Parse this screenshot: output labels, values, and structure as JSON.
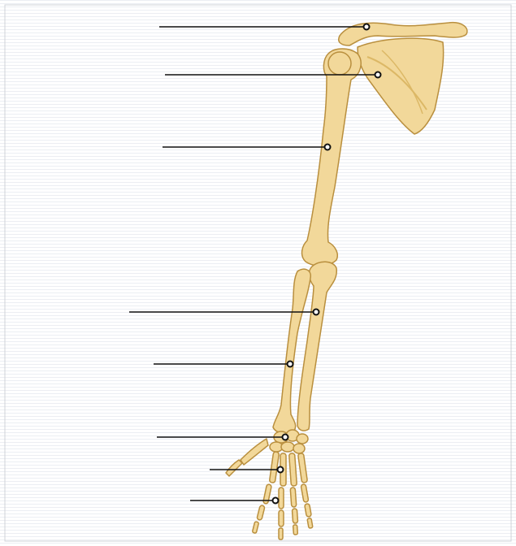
{
  "colors": {
    "background": "#ffffff",
    "stripe": "#eceef3",
    "frame": "#cfd3da",
    "bone_fill": "#f2d89a",
    "bone_stroke": "#b98f3e",
    "bone_shade": "#dcb866",
    "leader_line": "#111111",
    "marker_fill": "#ffffff",
    "marker_stroke": "#111111"
  },
  "labels": [
    {
      "target": "clavicle",
      "text": ""
    },
    {
      "target": "scapula",
      "text": ""
    },
    {
      "target": "humerus",
      "text": ""
    },
    {
      "target": "ulna",
      "text": ""
    },
    {
      "target": "radius",
      "text": ""
    },
    {
      "target": "carpals",
      "text": ""
    },
    {
      "target": "metacarpals",
      "text": ""
    },
    {
      "target": "phalanges",
      "text": ""
    }
  ]
}
